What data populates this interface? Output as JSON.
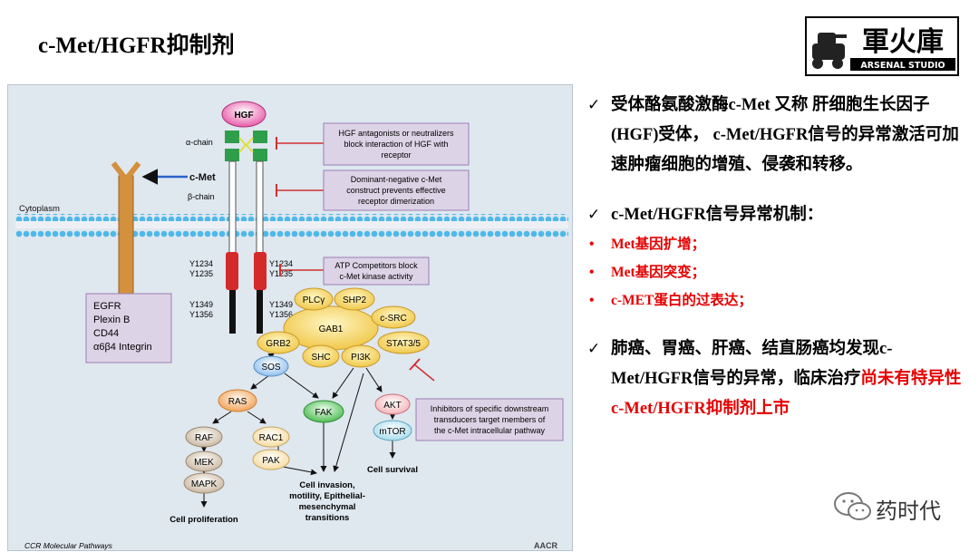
{
  "title": "c-Met/HGFR抑制剂",
  "logo": {
    "main": "軍火庫",
    "sub": "ARSENAL STUDIO"
  },
  "diagram": {
    "hgf": "HGF",
    "alpha_chain": "α-chain",
    "beta_chain": "β-chain",
    "cmet": "c-Met",
    "cytoplasm": "Cytoplasm",
    "y1234": "Y1234",
    "y1235": "Y1235",
    "y1349": "Y1349",
    "y1356": "Y1356",
    "receptors": [
      "EGFR",
      "Plexin B",
      "CD44",
      "α6β4 Integrin"
    ],
    "box_hgf": [
      "HGF antagonists or neutralizers",
      "block interaction of HGF with",
      "receptor"
    ],
    "box_dominant": [
      "Dominant-negative c-Met",
      "construct prevents effective",
      "receptor dimerization"
    ],
    "box_atp": [
      "ATP Competitors block",
      "c-Met kinase activity"
    ],
    "box_inhib": [
      "Inhibitors of specific downstream",
      "transducers target members of",
      "the c-Met intracellular pathway"
    ],
    "nodes": {
      "plcg": "PLCγ",
      "shp2": "SHP2",
      "gab1": "GAB1",
      "csrc": "c-SRC",
      "grb2": "GRB2",
      "shc": "SHC",
      "pi3k": "PI3K",
      "stat": "STAT3/5",
      "sos": "SOS",
      "ras": "RAS",
      "fak": "FAK",
      "akt": "AKT",
      "mtor": "mTOR",
      "raf": "RAF",
      "mek": "MEK",
      "mapk": "MAPK",
      "rac1": "RAC1",
      "pak": "PAK"
    },
    "out_survival": "Cell survival",
    "out_invasion": [
      "Cell invasion,",
      "motility, Epithelial-",
      "mesenchymal",
      "transitions"
    ],
    "out_prolif": "Cell proliferation",
    "footer": "CCR Molecular Pathways",
    "footer_logo": "AACR"
  },
  "bullets": [
    {
      "text": "受体酪氨酸激酶c-Met 又称 肝细胞生长因子(HGF)受体，  c-Met/HGFR信号的异常激活可加速肿瘤细胞的增殖、侵袭和转移。"
    },
    {
      "text": "c-Met/HGFR信号异常机制："
    }
  ],
  "sub_bullets": [
    "Met基因扩增；",
    "Met基因突变；",
    "c-MET蛋白的过表达；"
  ],
  "bullet3": {
    "plain": "肺癌、胃癌、肝癌、结直肠癌均发现c-Met/HGFR信号的异常，临床治疗",
    "red": "尚未有特异性c-Met/HGFR抑制剂上市"
  },
  "check_mark": "✓",
  "dot": "•",
  "wechat": "药时代",
  "colors": {
    "red": "#e60000",
    "receptor_red": "#d42a2a",
    "box_fill": "#ddd3e6",
    "box_border": "#9b7fb5"
  }
}
